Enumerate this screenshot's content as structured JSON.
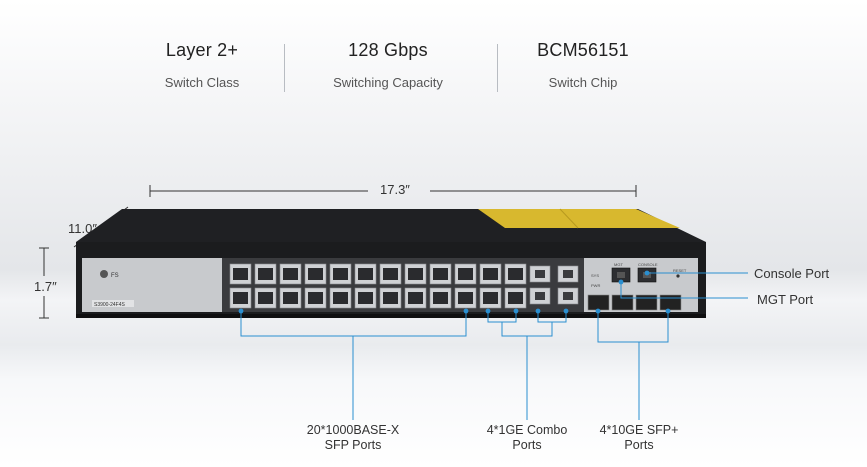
{
  "specs": [
    {
      "value": "Layer 2+",
      "label": "Switch Class"
    },
    {
      "value": "128 Gbps",
      "label": "Switching Capacity"
    },
    {
      "value": "BCM56151",
      "label": "Switch Chip"
    }
  ],
  "dimensions": {
    "width": "17.3″",
    "depth": "11.0″",
    "height": "1.7″"
  },
  "device": {
    "brand": "FS",
    "model": "S3900-24F4S",
    "port_labels": {
      "sys": "SYS",
      "pwr": "PWR",
      "mgt": "MGT",
      "console": "CONSOLE",
      "reset": "RESET"
    }
  },
  "callouts": {
    "sfp": {
      "line1": "20*1000BASE-X",
      "line2": "SFP Ports"
    },
    "combo": {
      "line1": "4*1GE Combo",
      "line2": "Ports"
    },
    "sfp_plus": {
      "line1": "4*10GE SFP+",
      "line2": "Ports"
    },
    "console": "Console Port",
    "mgt": "MGT Port"
  },
  "colors": {
    "accent": "#2a8fd0",
    "chassis": "#1d1e21",
    "top_label": "#d8b82e"
  }
}
